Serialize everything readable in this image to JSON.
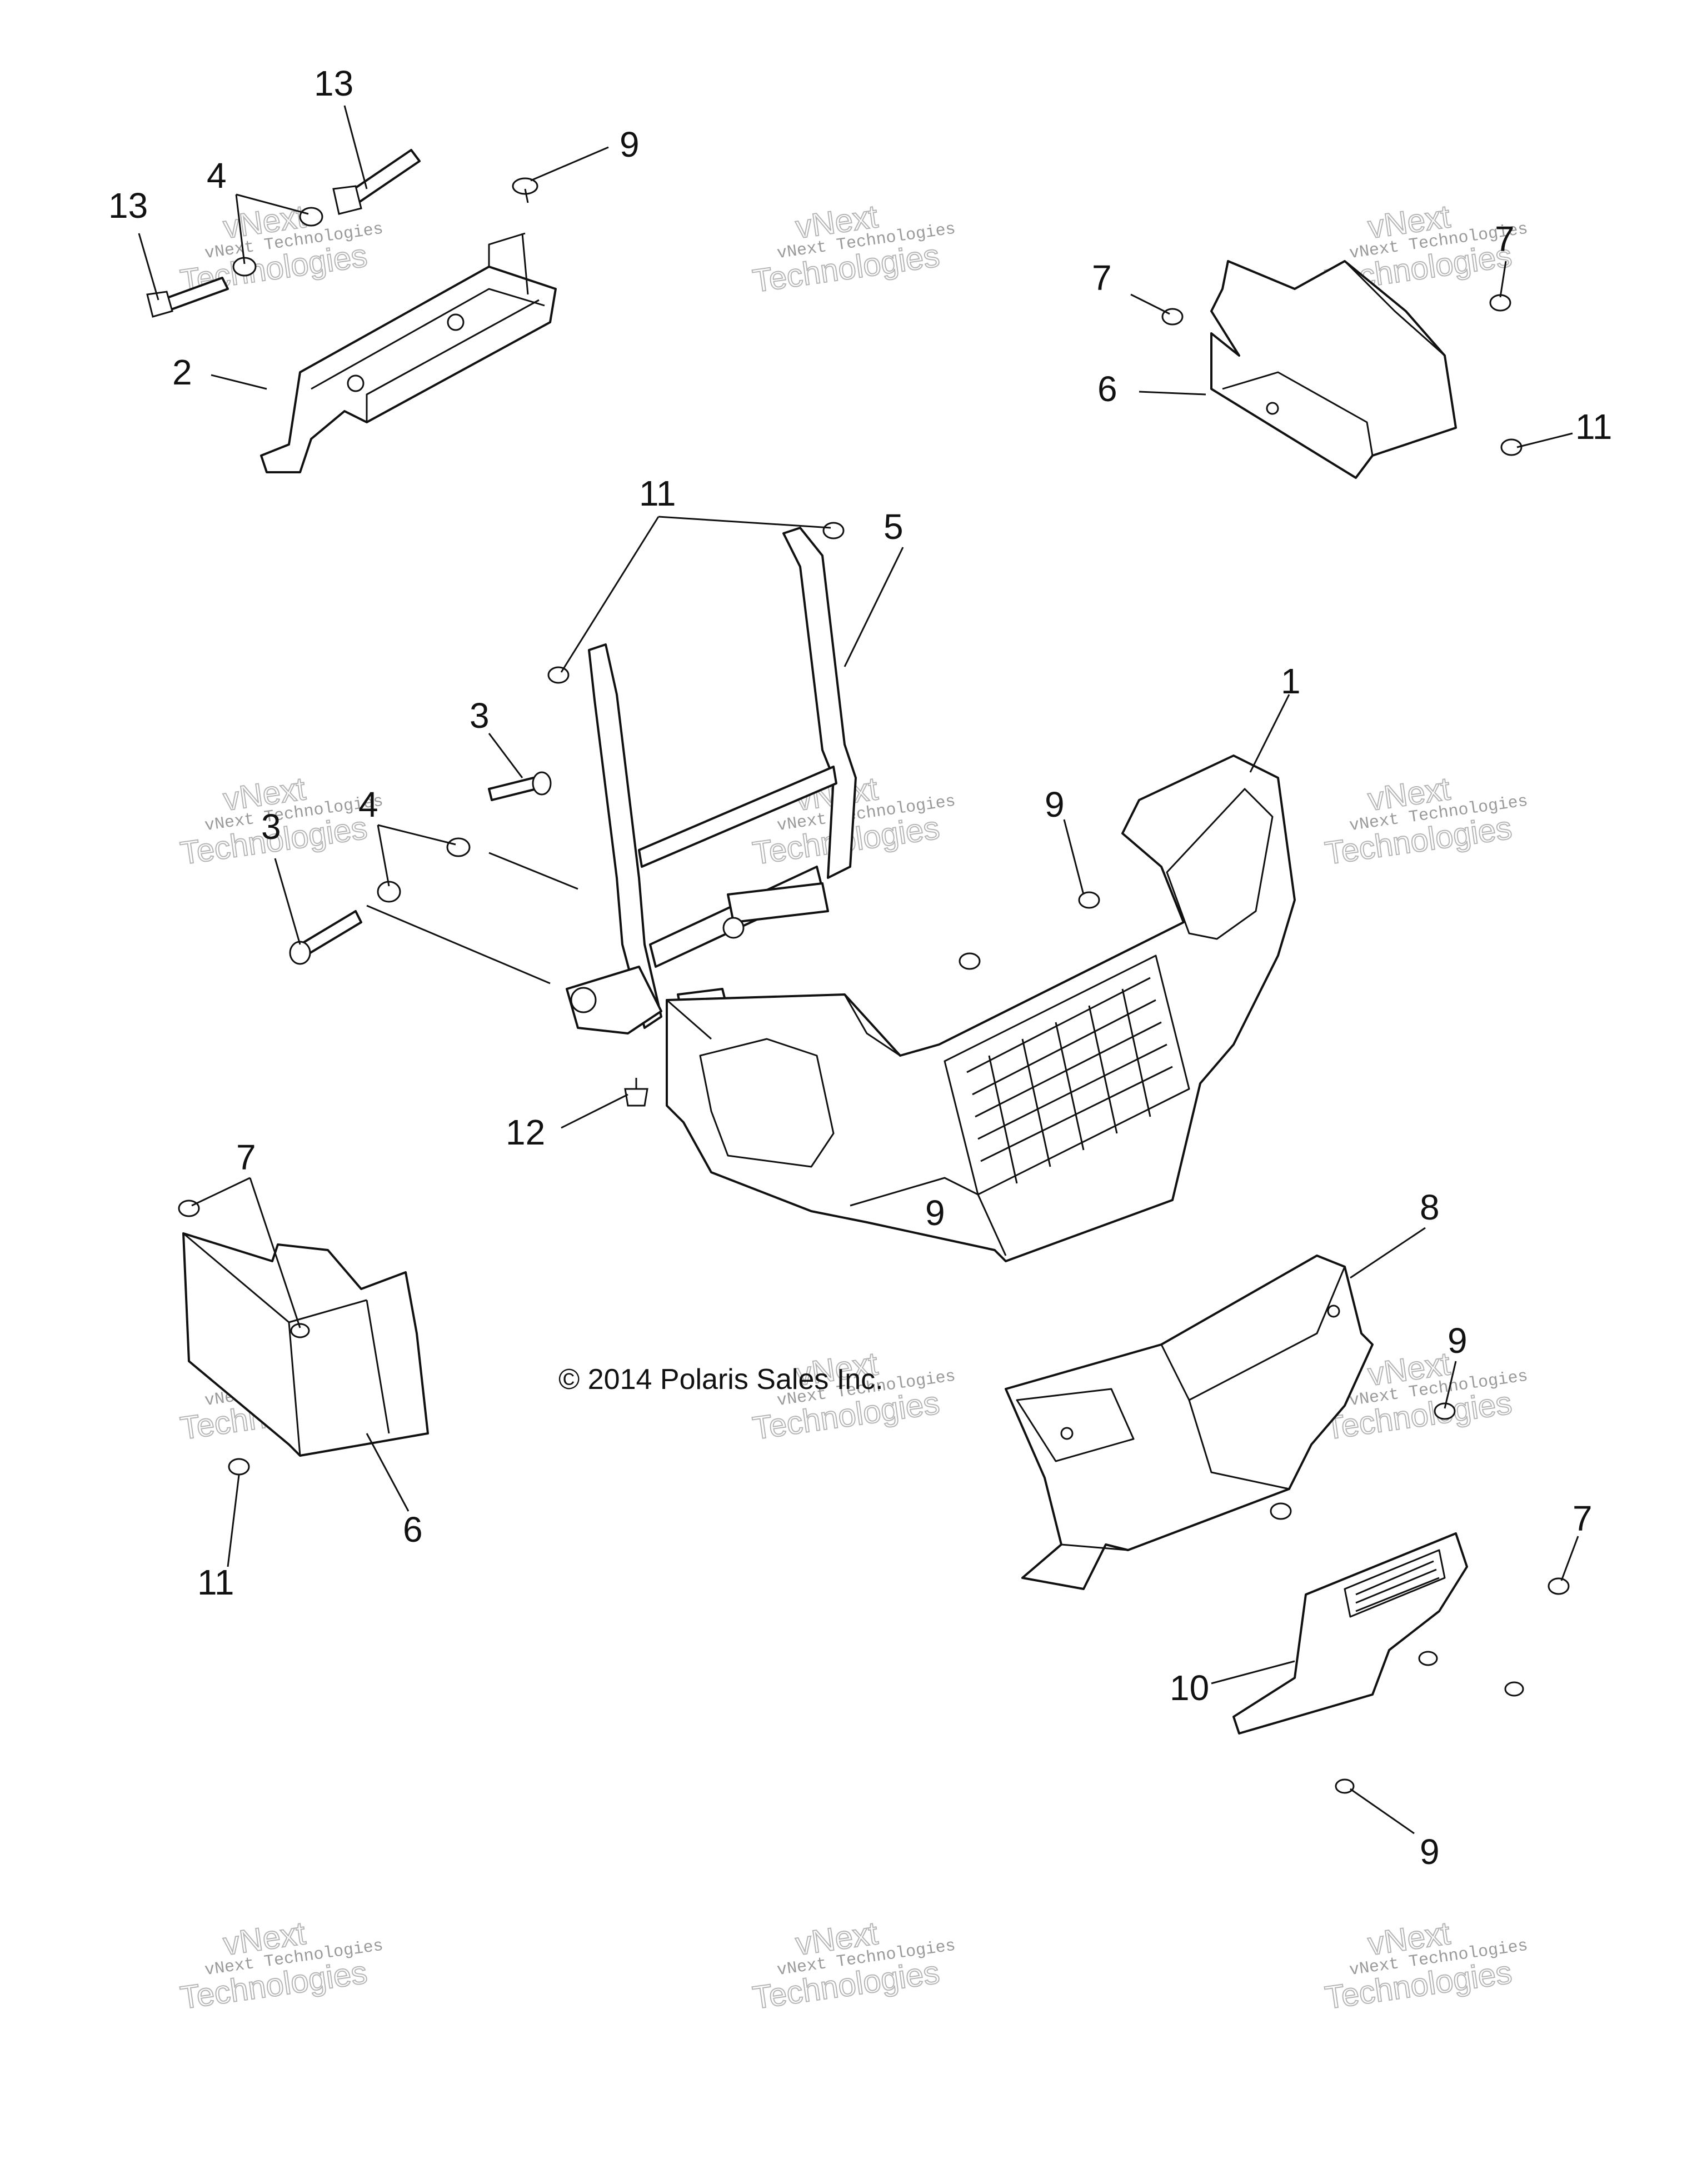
{
  "diagram": {
    "copyright": "© 2014 Polaris Sales Inc.",
    "watermark": {
      "line1": "vNext Technologies",
      "line2": "vNext",
      "line3": "Technologies"
    },
    "callouts": [
      {
        "id": "c13a",
        "label": "13"
      },
      {
        "id": "c13b",
        "label": "13"
      },
      {
        "id": "c4a",
        "label": "4"
      },
      {
        "id": "c9a",
        "label": "9"
      },
      {
        "id": "c2",
        "label": "2"
      },
      {
        "id": "c7a",
        "label": "7"
      },
      {
        "id": "c7b",
        "label": "7"
      },
      {
        "id": "c6a",
        "label": "6"
      },
      {
        "id": "c11a",
        "label": "11"
      },
      {
        "id": "c11b",
        "label": "11"
      },
      {
        "id": "c5",
        "label": "5"
      },
      {
        "id": "c1",
        "label": "1"
      },
      {
        "id": "c3a",
        "label": "3"
      },
      {
        "id": "c3b",
        "label": "3"
      },
      {
        "id": "c4b",
        "label": "4"
      },
      {
        "id": "c9b",
        "label": "9"
      },
      {
        "id": "c12",
        "label": "12"
      },
      {
        "id": "c7c",
        "label": "7"
      },
      {
        "id": "c9c",
        "label": "9"
      },
      {
        "id": "c8",
        "label": "8"
      },
      {
        "id": "c9d",
        "label": "9"
      },
      {
        "id": "c6b",
        "label": "6"
      },
      {
        "id": "c11c",
        "label": "11"
      },
      {
        "id": "c7d",
        "label": "7"
      },
      {
        "id": "c10",
        "label": "10"
      },
      {
        "id": "c9e",
        "label": "9"
      }
    ]
  }
}
